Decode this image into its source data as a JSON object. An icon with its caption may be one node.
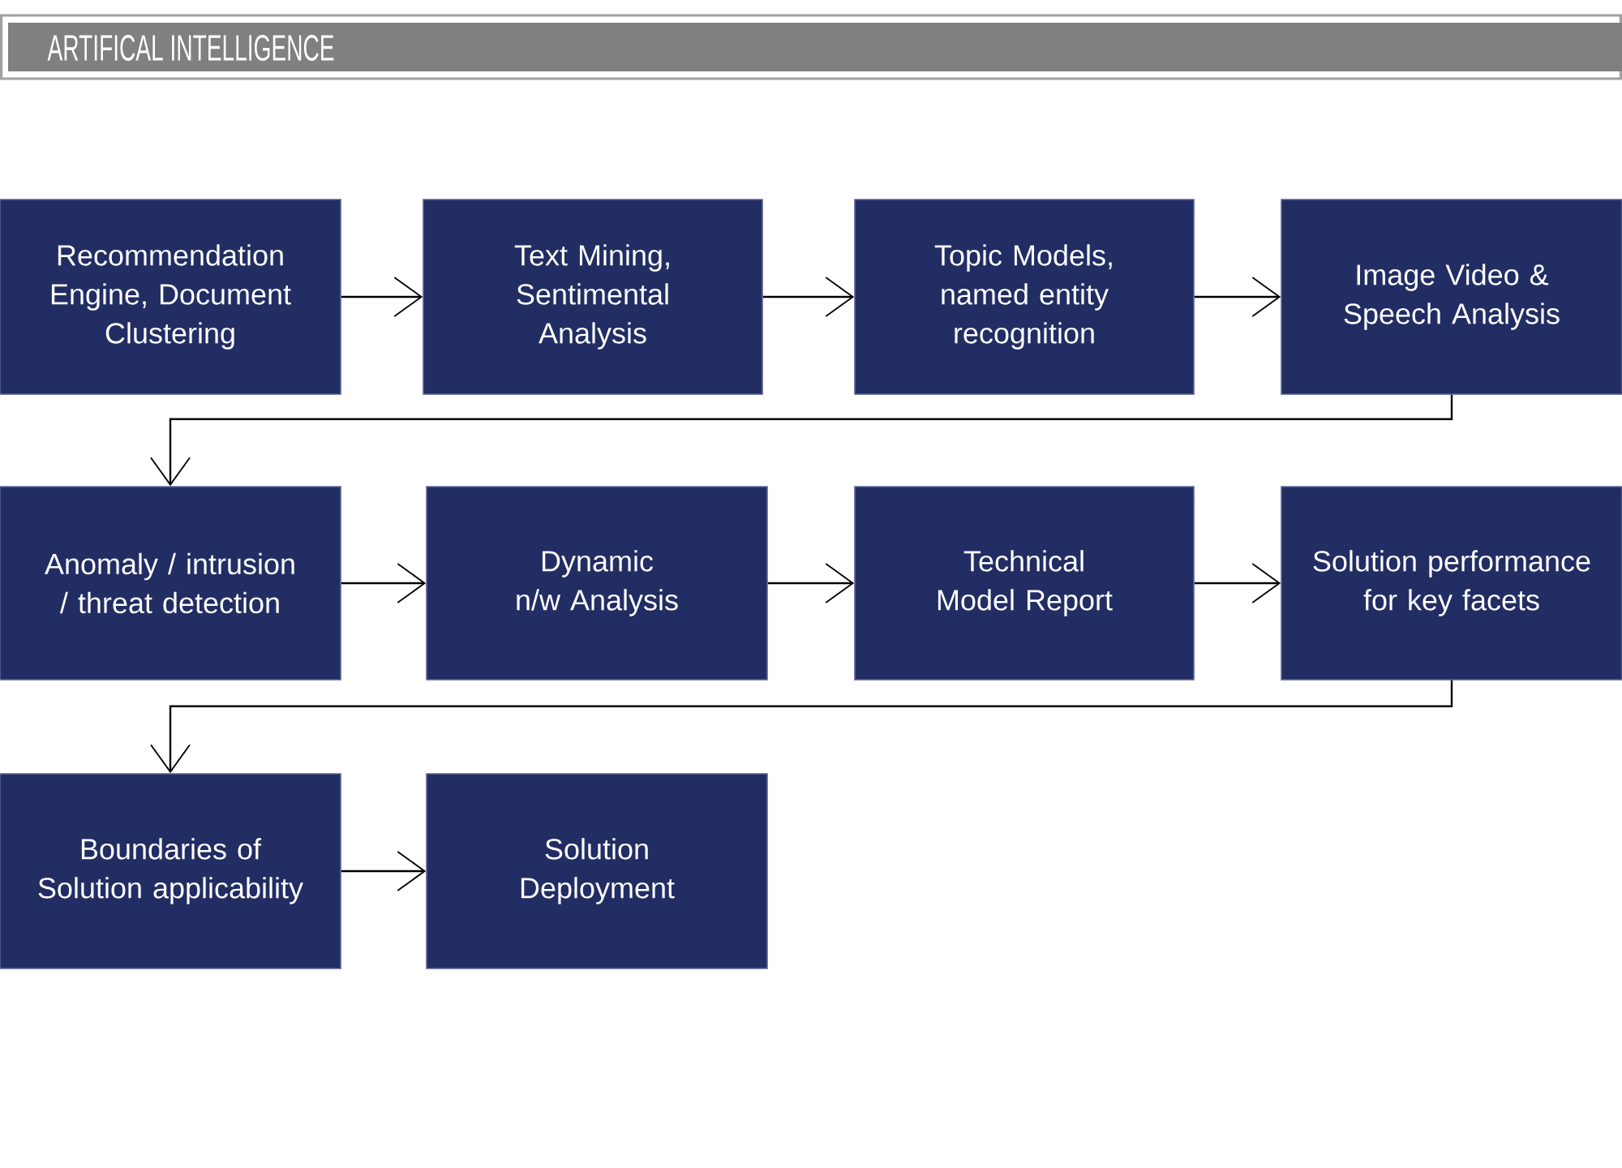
{
  "diagram": {
    "title": "ARTIFICAL INTELLIGENCE",
    "nodes": [
      {
        "text": [
          "Recommendation Engine, Document Clustering"
        ]
      },
      {
        "text": [
          "Text Mining, Sentimental Analysis"
        ]
      },
      {
        "text": [
          "Topic Models, named entity recognition"
        ]
      },
      {
        "text": [
          "Image Video & Speech Analysis"
        ]
      },
      {
        "text": [
          "Anomaly / intrusion / threat detection"
        ]
      },
      {
        "text": [
          "Dynamic n/w Analysis"
        ]
      },
      {
        "text": [
          "Technical Model Report"
        ]
      },
      {
        "text": [
          "Solution performance for key facets"
        ]
      },
      {
        "text": [
          "Boundaries of Solution applicability"
        ]
      },
      {
        "text": [
          "Solution Deployment"
        ]
      }
    ],
    "edges": [
      {
        "from": 0,
        "to": 1,
        "arrow": "to"
      },
      {
        "from": 1,
        "to": 2,
        "arrow": "to"
      },
      {
        "from": 2,
        "to": 3,
        "arrow": "to"
      },
      {
        "from": 3,
        "to": 4,
        "arrow": "to"
      },
      {
        "from": 4,
        "to": 5,
        "arrow": "to"
      },
      {
        "from": 5,
        "to": 6,
        "arrow": "to"
      },
      {
        "from": 6,
        "to": 7,
        "arrow": "to"
      },
      {
        "from": 7,
        "to": 8,
        "arrow": "to"
      },
      {
        "from": 8,
        "to": 9,
        "arrow": "to"
      }
    ]
  }
}
